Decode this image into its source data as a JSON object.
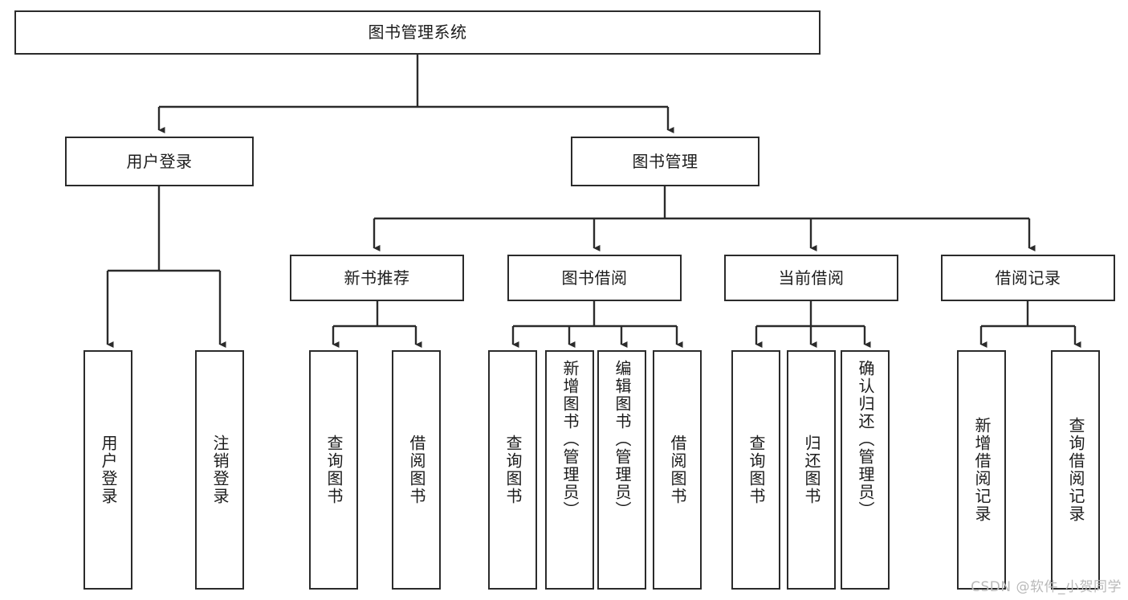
{
  "diagram": {
    "type": "tree-hierarchy",
    "title": "图书管理系统",
    "root": {
      "id": "root",
      "label": "图书管理系统"
    },
    "level2": [
      {
        "id": "user-login",
        "label": "用户登录"
      },
      {
        "id": "book-management",
        "label": "图书管理"
      }
    ],
    "level3": [
      {
        "id": "new-book-recommend",
        "label": "新书推荐"
      },
      {
        "id": "book-borrow",
        "label": "图书借阅"
      },
      {
        "id": "current-borrow",
        "label": "当前借阅"
      },
      {
        "id": "borrow-record",
        "label": "借阅记录"
      }
    ],
    "leaves": [
      {
        "id": "leaf-user-login",
        "label": "用户登录",
        "parent": "user-login"
      },
      {
        "id": "leaf-user-logout",
        "label": "注销登录",
        "parent": "user-login"
      },
      {
        "id": "leaf-query-book-1",
        "label": "查询图书",
        "parent": "new-book-recommend"
      },
      {
        "id": "leaf-borrow-book-1",
        "label": "借阅图书",
        "parent": "new-book-recommend"
      },
      {
        "id": "leaf-query-book-2",
        "label": "查询图书",
        "parent": "book-borrow"
      },
      {
        "id": "leaf-add-book",
        "label": "新增图书（管理员）",
        "parent": "book-borrow"
      },
      {
        "id": "leaf-edit-book",
        "label": "编辑图书（管理员）",
        "parent": "book-borrow"
      },
      {
        "id": "leaf-borrow-book-2",
        "label": "借阅图书",
        "parent": "book-borrow"
      },
      {
        "id": "leaf-query-book-3",
        "label": "查询图书",
        "parent": "current-borrow"
      },
      {
        "id": "leaf-return-book",
        "label": "归还图书",
        "parent": "current-borrow"
      },
      {
        "id": "leaf-confirm-return",
        "label": "确认归还（管理员）",
        "parent": "current-borrow"
      },
      {
        "id": "leaf-add-record",
        "label": "新增借阅记录",
        "parent": "borrow-record"
      },
      {
        "id": "leaf-query-record",
        "label": "查询借阅记录",
        "parent": "borrow-record"
      }
    ],
    "colors": {
      "stroke": "#2b2b2b",
      "fill": "#ffffff",
      "text": "#1c1c1c",
      "watermark": "#b9b9b9"
    }
  },
  "watermark": {
    "text": "CSDN @软件_小贺同学"
  }
}
